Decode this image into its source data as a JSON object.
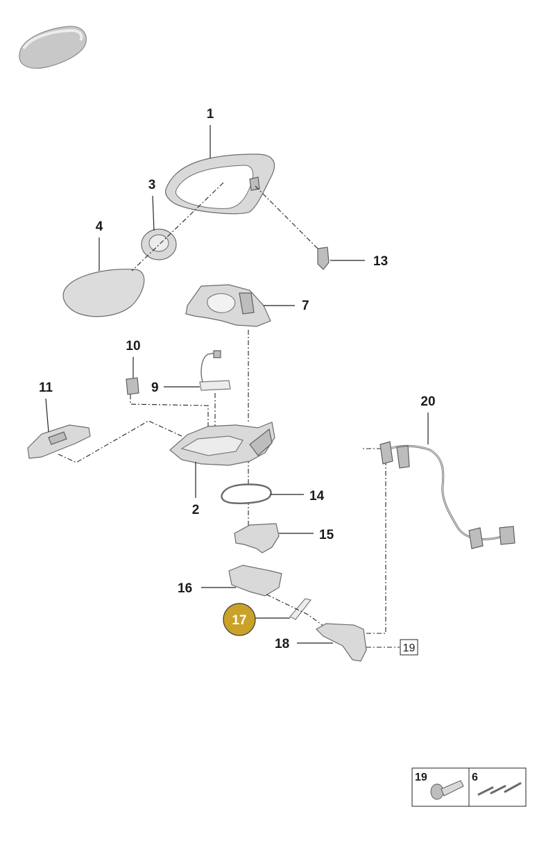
{
  "callouts": {
    "c1": "1",
    "c2": "2",
    "c3": "3",
    "c4": "4",
    "c7": "7",
    "c9": "9",
    "c10": "10",
    "c11": "11",
    "c13": "13",
    "c14": "14",
    "c15": "15",
    "c16": "16",
    "c17": "17",
    "c18": "18",
    "c20": "20"
  },
  "boxed_reference": "19",
  "legend": {
    "left": "19",
    "right": "6"
  },
  "colors": {
    "highlight": "#c9a227",
    "part_fill": "#d9d9d9",
    "line": "#222222"
  },
  "icons": {
    "thumbnail": "mirror-thumbnail-icon"
  }
}
